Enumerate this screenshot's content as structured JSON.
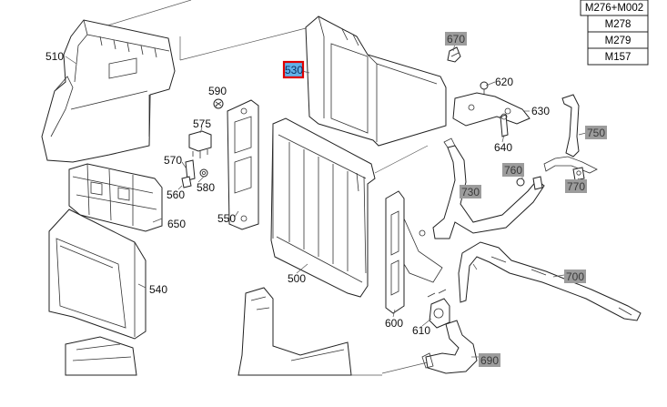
{
  "legend": [
    "M276+M002",
    "M278",
    "M279",
    "M157"
  ],
  "labels": {
    "p500": "500",
    "p510": "510",
    "p530": "530",
    "p540": "540",
    "p550": "550",
    "p560": "560",
    "p570": "570",
    "p575": "575",
    "p580": "580",
    "p590": "590",
    "p600": "600",
    "p610": "610",
    "p620": "620",
    "p630": "630",
    "p640": "640",
    "p650": "650",
    "p670": "670",
    "p690": "690",
    "p700": "700",
    "p730": "730",
    "p750": "750",
    "p760": "760",
    "p770": "770"
  },
  "colors": {
    "highlight_fill": "#62b1e8",
    "highlight_border": "#e00000",
    "optional_part_box": "#9c9c9c"
  }
}
